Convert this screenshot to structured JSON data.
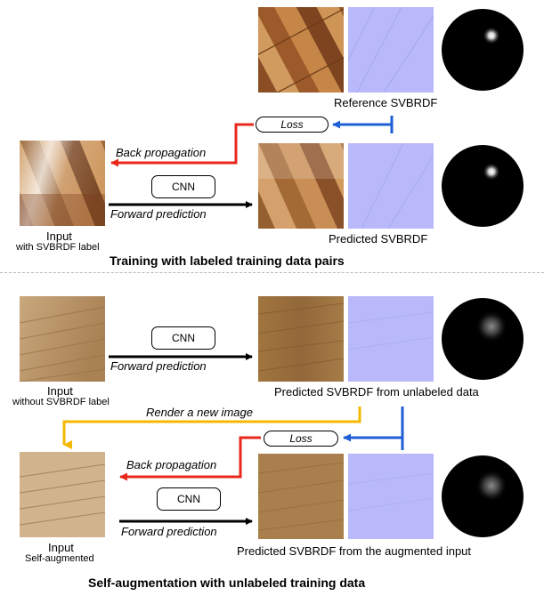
{
  "top": {
    "reference_label": "Reference SVBRDF",
    "loss_label": "Loss",
    "back_propagation": "Back propagation",
    "cnn_label": "CNN",
    "forward_prediction": "Forward prediction",
    "input_label": "Input",
    "input_sub": "with SVBRDF label",
    "predicted_label": "Predicted SVBRDF",
    "section_title": "Training with labeled training data pairs"
  },
  "bottom": {
    "cnn_label": "CNN",
    "forward_prediction": "Forward prediction",
    "input_label": "Input",
    "input_sub": "without SVBRDF label",
    "predicted_label": "Predicted SVBRDF from unlabeled data",
    "render_label": "Render a new image",
    "loss_label": "Loss",
    "back_propagation": "Back propagation",
    "cnn2_label": "CNN",
    "forward_prediction2": "Forward prediction",
    "aug_input_label": "Input",
    "aug_input_sub": "Self-augmented",
    "aug_predicted_label": "Predicted SVBRDF from the augmented input",
    "section_title": "Self-augmentation with unlabeled training data"
  },
  "colors": {
    "back_arrow": "#e8281c",
    "loss_arrow": "#1f5fd6",
    "render_arrow": "#f5b800",
    "forward_arrow": "#000000",
    "normal_map": "#b8b8fb"
  }
}
